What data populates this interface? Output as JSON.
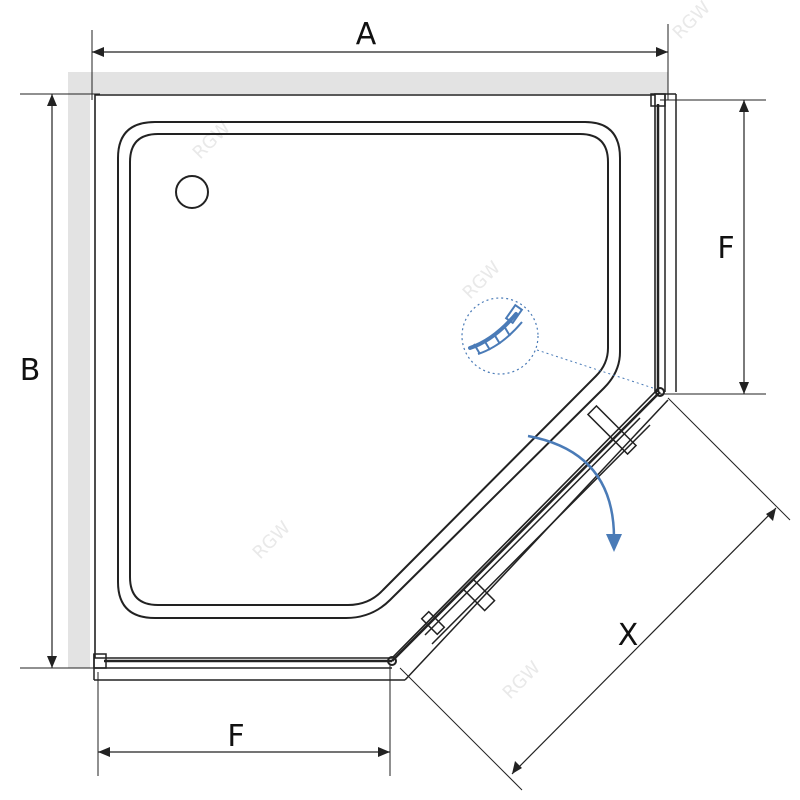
{
  "dimension_labels": {
    "width": "A",
    "depth": "B",
    "side_panel_right": "F",
    "side_panel_bottom": "F",
    "door_diagonal": "X"
  },
  "watermark": "RGW",
  "icons": {
    "profile_detail": "wall-profile-detail-icon",
    "door_swing": "door-swing-arrow-icon",
    "drain": "drain-icon"
  },
  "colors": {
    "wall": "#e3e3e3",
    "line": "#222222",
    "accent": "#4a7bb7"
  }
}
